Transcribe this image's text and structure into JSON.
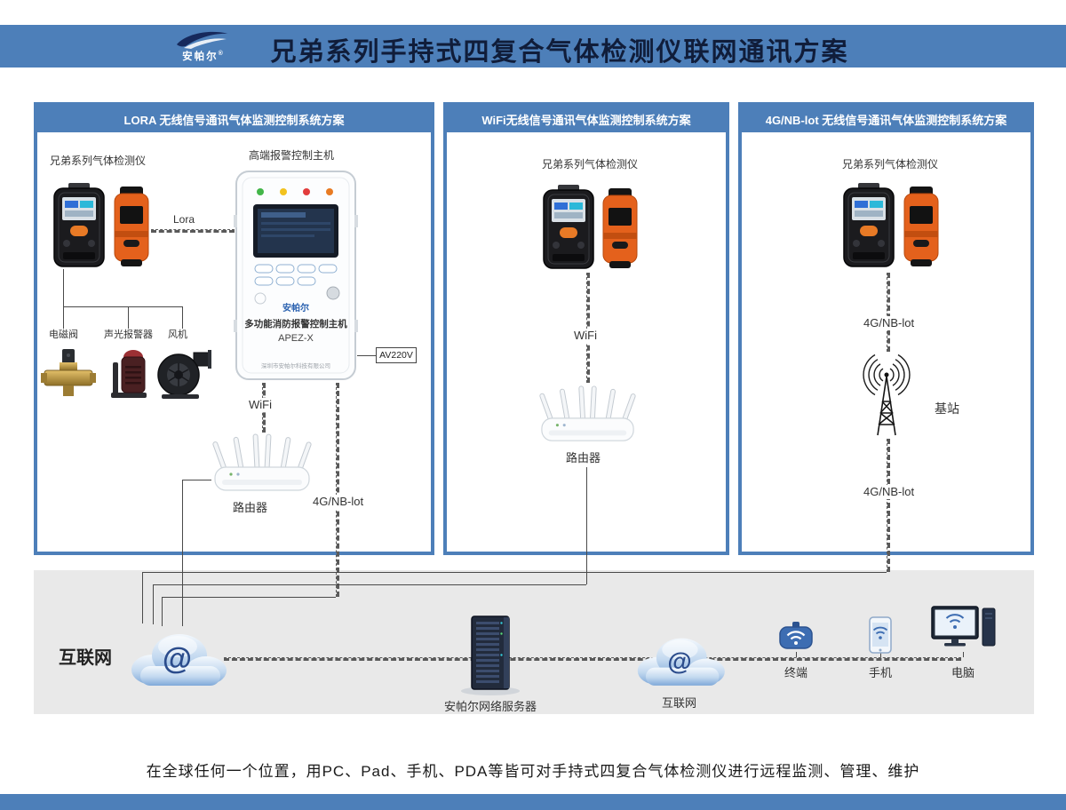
{
  "colors": {
    "brand_blue": "#4d7fb9",
    "band_gray": "#e9e9e9",
    "detector_orange": "#e4611c",
    "cloud_blue": "#7fa9d9"
  },
  "header": {
    "brand": "安帕尔",
    "registered": "®",
    "title": "兄弟系列手持式四复合气体检测仪联网通讯方案"
  },
  "panel_lora": {
    "title": "LORA 无线信号通讯气体监测控制系统方案",
    "detector_label": "兄弟系列气体检测仪",
    "host_title": "高端报警控制主机",
    "link_label": "Lora",
    "valve_label": "电磁阀",
    "alarm_label": "声光报警器",
    "fan_label": "风机",
    "host_brand": "安帕尔",
    "host_name": "多功能消防报警控制主机",
    "host_model": "APEZ-X",
    "host_company": "深圳市安帕尔科技有限公司",
    "power_label": "AV220V",
    "wifi_label": "WiFi",
    "router_label": "路由器",
    "cell_label": "4G/NB-lot"
  },
  "panel_wifi": {
    "title": "WiFi无线信号通讯气体监测控制系统方案",
    "detector_label": "兄弟系列气体检测仪",
    "wifi_label": "WiFi",
    "router_label": "路由器"
  },
  "panel_cell": {
    "title": "4G/NB-lot 无线信号通讯气体监测控制系统方案",
    "detector_label": "兄弟系列气体检测仪",
    "cell_label_top": "4G/NB-lot",
    "station_label": "基站",
    "cell_label_bottom": "4G/NB-lot"
  },
  "network": {
    "internet_title": "互联网",
    "cloud1_at": "@",
    "server_label": "安帕尔网络服务器",
    "cloud2_at": "@",
    "cloud2_label": "互联网",
    "terminal_label": "终端",
    "phone_label": "手机",
    "pc_label": "电脑"
  },
  "footer": {
    "note": "在全球任何一个位置，用PC、Pad、手机、PDA等皆可对手持式四复合气体检测仪进行远程监测、管理、维护"
  }
}
